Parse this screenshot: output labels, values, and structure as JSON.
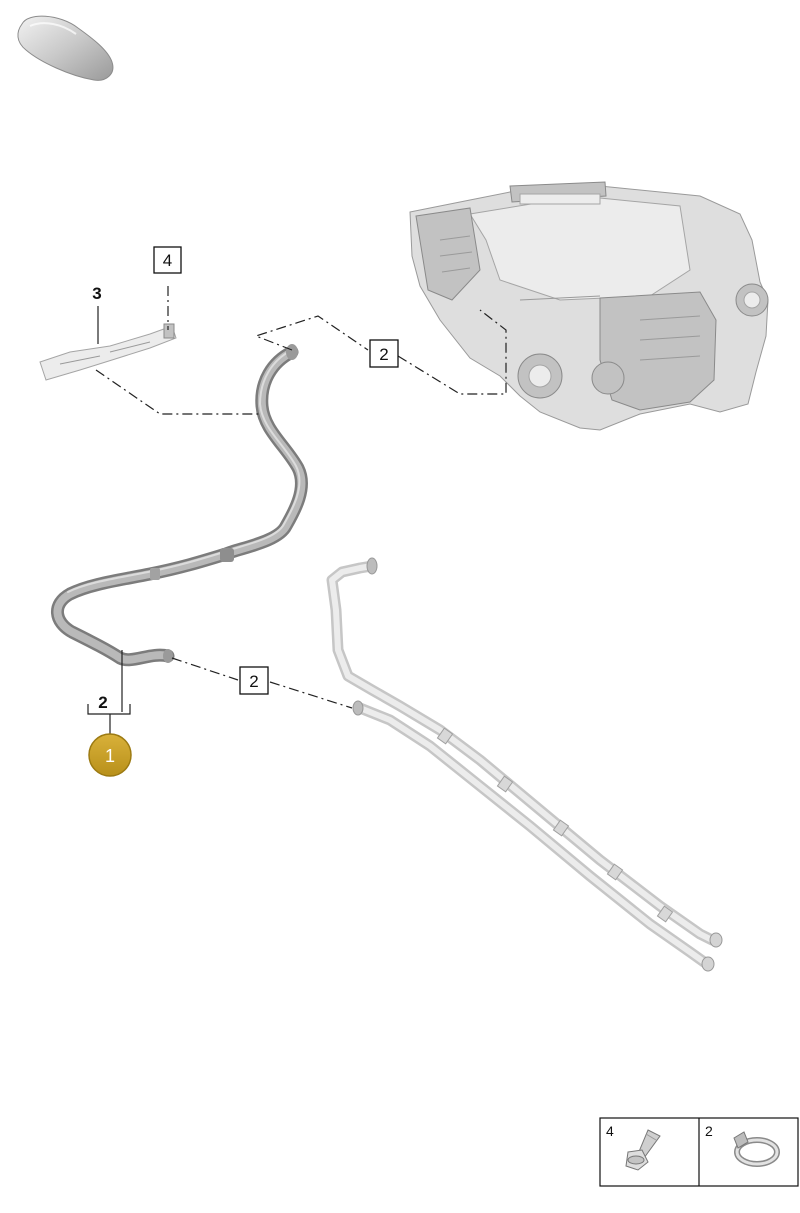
{
  "callouts": {
    "bracket_label": "3",
    "bolt_label": "4",
    "clamp_label_upper": "2",
    "clamp_label_lower": "2",
    "hose_label": "2",
    "position_badge": "1"
  },
  "legend": {
    "items": [
      {
        "number": "4",
        "icon": "bolt-icon"
      },
      {
        "number": "2",
        "icon": "hose-clamp-icon"
      }
    ]
  },
  "icons": {
    "vehicle": "car-silhouette-icon"
  },
  "colors": {
    "badge_fill": "#c9a227",
    "badge_stroke": "#9c7a12",
    "badge_text": "#ffffff"
  }
}
